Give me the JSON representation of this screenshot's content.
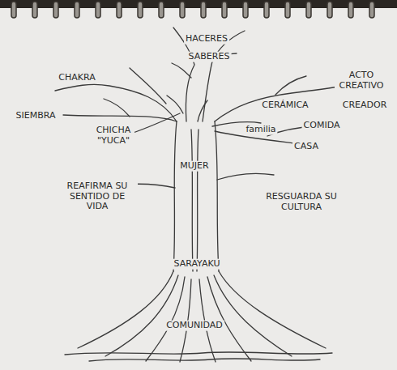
{
  "diagram": {
    "labels": [
      "HACERES",
      "SABERES",
      "CHAKRA",
      "SIEMBRA",
      "CHICHA \"YUCA\"",
      "CERÁMICA",
      "ACTO CREATIVO",
      "CREADOR",
      "familia",
      "COMIDA",
      "CASA",
      "MUJER",
      "REAFIRMA SU SENTIDO DE VIDA",
      "RESGUARDA SU CULTURA",
      "SARAYAKU",
      "COMUNIDAD"
    ]
  }
}
